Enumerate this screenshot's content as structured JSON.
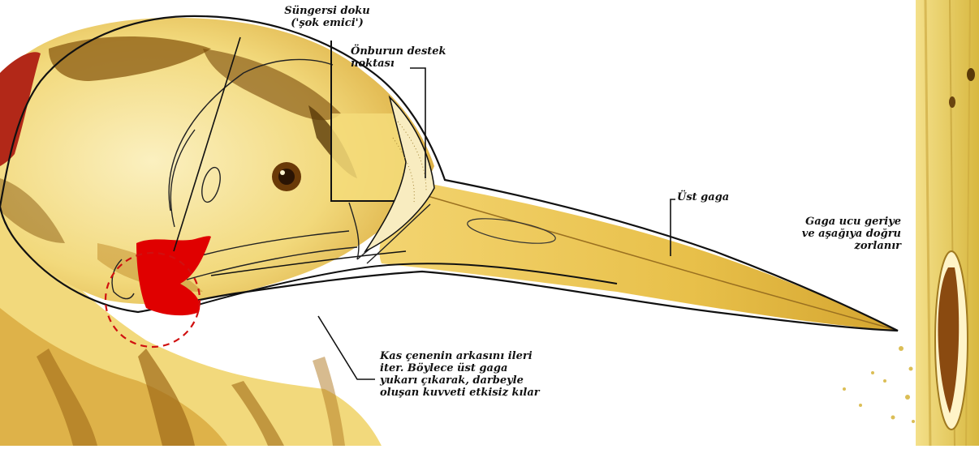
{
  "labels": {
    "sponge_tissue": "Süngersi doku\n('şok emici')",
    "nasal_support": "Önburun destek\nnoktası",
    "upper_beak": "Üst gaga",
    "beak_tip": "Gaga ucu geriye\nve aşağıya doğru\nzorlanır",
    "muscle": "Kas çenenin arkasını ileri\niter. Böylece üst gaga\nyukarı çıkarak, darbeyle\noluşan kuvveti etkisiz kılar"
  },
  "colors": {
    "beak": "#e8c04a",
    "feather_light": "#f3dc8c",
    "feather_dark": "#8a5a10",
    "crown": "#b22818",
    "muscle": "#e00000",
    "tree": "#e6cc5a",
    "outline": "#111111"
  }
}
